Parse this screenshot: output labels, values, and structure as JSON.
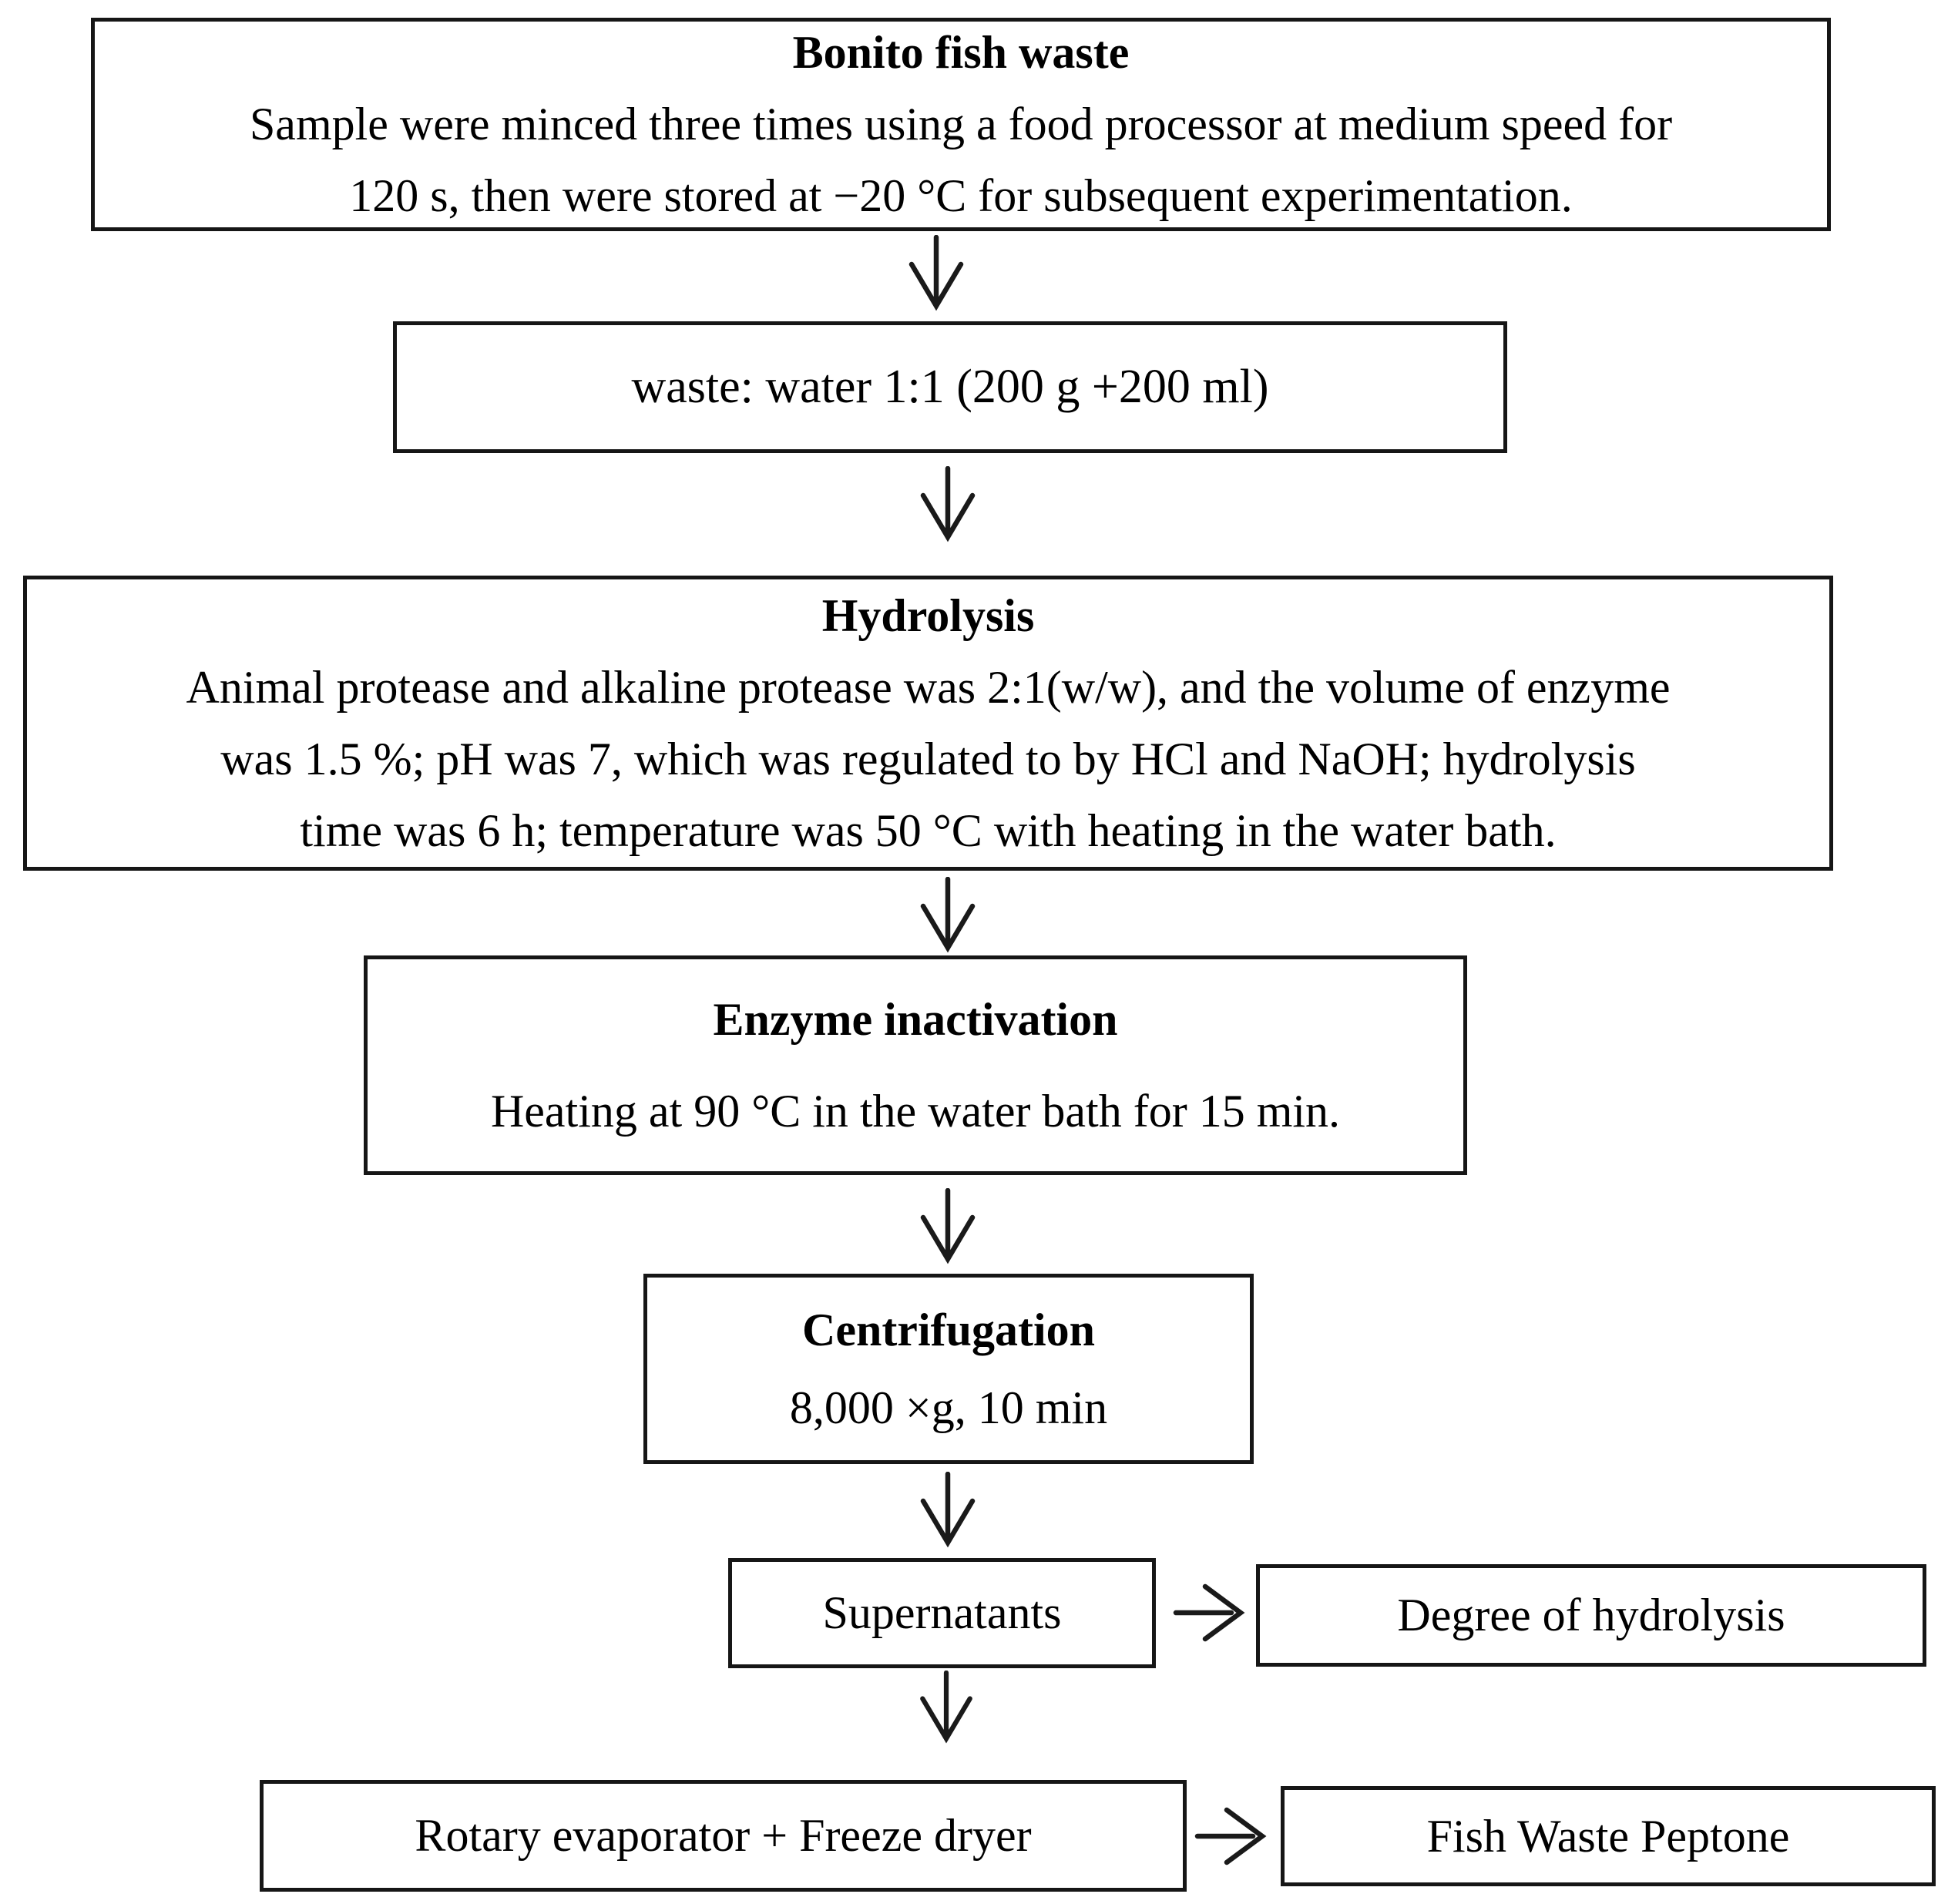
{
  "figure": {
    "type": "flowchart",
    "background_color": "#ffffff",
    "line_color": "#1a1a1a",
    "text_color": "#000000",
    "nodes": [
      {
        "id": "bonito-fish-waste",
        "title": "Bonito fish waste",
        "lines": [
          "Sample were minced three times using a food processor at medium speed for",
          "120 s, then were stored at −20 °C for subsequent experimentation."
        ]
      },
      {
        "id": "waste-water-ratio",
        "text": "waste: water 1:1 (200 g +200 ml)"
      },
      {
        "id": "hydrolysis",
        "title": "Hydrolysis",
        "lines": [
          "Animal protease and alkaline protease was 2:1(w/w), and the volume of enzyme",
          "was 1.5 %; pH was 7, which was regulated to by HCl and NaOH; hydrolysis",
          "time was 6 h; temperature was 50 °C with heating in the water bath."
        ]
      },
      {
        "id": "enzyme-inactivation",
        "title": "Enzyme inactivation",
        "lines": [
          "Heating at 90 °C in the water bath for 15 min."
        ]
      },
      {
        "id": "centrifugation",
        "title": "Centrifugation",
        "lines": [
          "8,000 ×g, 10 min"
        ]
      },
      {
        "id": "supernatants",
        "text": "Supernatants"
      },
      {
        "id": "degree-of-hydrolysis",
        "text": "Degree of hydrolysis"
      },
      {
        "id": "rotary-evaporator-freeze-dryer",
        "text": "Rotary evaporator + Freeze dryer"
      },
      {
        "id": "fish-waste-peptone",
        "text": "Fish Waste Peptone"
      }
    ],
    "edges": [
      {
        "from": "bonito-fish-waste",
        "to": "waste-water-ratio",
        "direction": "down"
      },
      {
        "from": "waste-water-ratio",
        "to": "hydrolysis",
        "direction": "down"
      },
      {
        "from": "hydrolysis",
        "to": "enzyme-inactivation",
        "direction": "down"
      },
      {
        "from": "enzyme-inactivation",
        "to": "centrifugation",
        "direction": "down"
      },
      {
        "from": "centrifugation",
        "to": "supernatants",
        "direction": "down"
      },
      {
        "from": "supernatants",
        "to": "degree-of-hydrolysis",
        "direction": "right"
      },
      {
        "from": "supernatants",
        "to": "rotary-evaporator-freeze-dryer",
        "direction": "down"
      },
      {
        "from": "rotary-evaporator-freeze-dryer",
        "to": "fish-waste-peptone",
        "direction": "right"
      }
    ]
  }
}
